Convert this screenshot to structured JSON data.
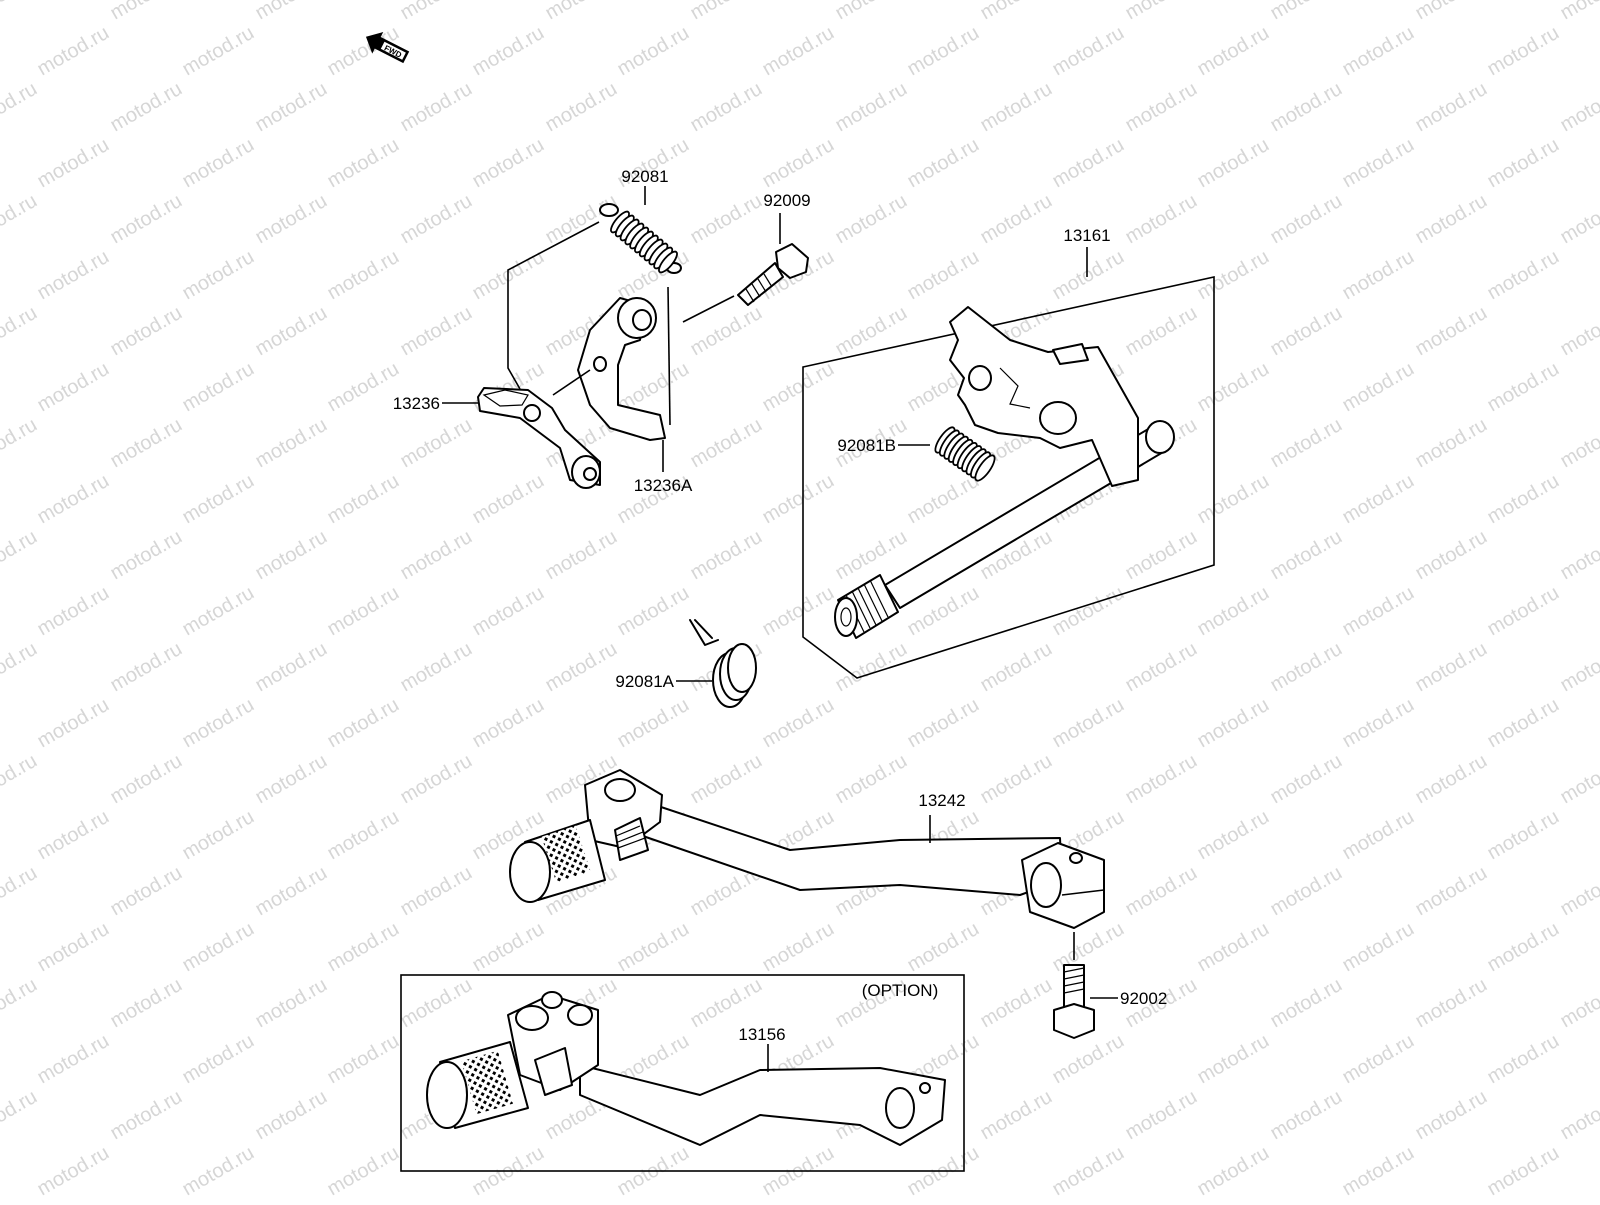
{
  "watermark": "motod.ru",
  "fwd_label": "FWD",
  "parts": {
    "p92081": "92081",
    "p92009": "92009",
    "p13161": "13161",
    "p13236": "13236",
    "p13236A": "13236A",
    "p92081B": "92081B",
    "p92081A": "92081A",
    "p13242": "13242",
    "p92002": "92002",
    "p13156": "13156"
  },
  "option_label": "(OPTION)"
}
